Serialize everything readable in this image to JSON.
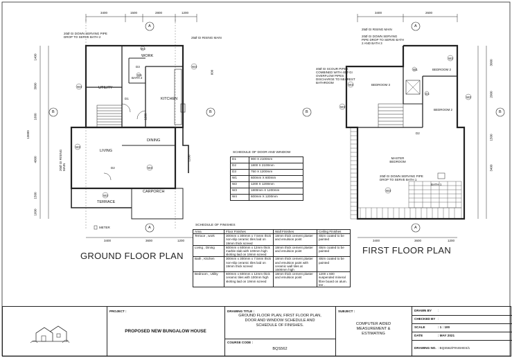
{
  "ground_plan": {
    "title": "GROUND FLOOR PLAN",
    "dims_top": [
      "3400",
      "1500",
      "2800",
      "1200"
    ],
    "dims_bottom": [
      "3400",
      "3600",
      "1200"
    ],
    "dims_left": [
      "1400",
      "3000",
      "1600",
      "4000",
      "1500",
      "1600"
    ],
    "dims_left_total": "13600",
    "dims_right": [
      "600"
    ],
    "rooms": [
      "WORK",
      "BATH 2",
      "UTILITY",
      "KITCHEN",
      "DINING",
      "LIVING",
      "CARPORCH",
      "TERRACE"
    ],
    "notes": [
      "20Ø GI DOWN SERVING PIPE DROP TO SERVE BATH 2",
      "25Ø GI RISING MAIN",
      "20Ø GI RISING MAIN"
    ],
    "meter": "METER",
    "tags": [
      "W1",
      "W2",
      "W3",
      "W4",
      "D1",
      "D2",
      "D3"
    ],
    "section_marks": [
      "A",
      "B"
    ],
    "misc": [
      "1200",
      "1200"
    ]
  },
  "first_plan": {
    "title": "FIRST FLOOR PLAN",
    "dims_top": [
      "3400",
      "2600"
    ],
    "dims_bottom": [
      "3400",
      "3600",
      "1200"
    ],
    "dims_right": [
      "3000",
      "2000",
      "1500",
      "3400"
    ],
    "rooms": [
      "BEDROOM 2",
      "BEDROOM 3",
      "BEDROOM 2",
      "MASTER BEDROOM",
      "BATH 1"
    ],
    "notes": [
      "25Ø GI RISING MAIN",
      "20Ø GI DOWN SERVING PIPE DROP TO SERVE BATH 2 AND BATH 3",
      "40Ø GI SCOUR PIPES COMBINED WITH 40Ø GI OVERFLOW PIPES DISCHARGE TO NEAREST BATHROOM",
      "20Ø GI DOWN SERVING PIPE DROP TO SERVE BATH 1"
    ],
    "tags": [
      "W1",
      "W2",
      "W3",
      "D1",
      "D2"
    ],
    "section_marks": [
      "A",
      "B"
    ]
  },
  "door_window_schedule": {
    "title": "SCHEDULE OF DOOR AND WINDOW",
    "rows": [
      [
        "D1",
        "900 X 2100mm"
      ],
      [
        "D2",
        "1800 X 2100mm"
      ],
      [
        "D3",
        "750 X 1200mm"
      ],
      [
        "W1",
        "600mm X 600mm"
      ],
      [
        "W2",
        "1200 X 1200mm"
      ],
      [
        "W3",
        "1800mm X 1200mm"
      ],
      [
        "W4",
        "600mm X 1200mm"
      ]
    ]
  },
  "finishes_schedule": {
    "title": "SCHEDULE OF FINISHES",
    "headers": [
      "Area",
      "Floor Finishes",
      "Wall Finishes",
      "Ceiling Finishes"
    ],
    "rows": [
      [
        "Terrace , work",
        "300mm x 300mm x 7.5mm thick non-slip ceramic tiles laid on 19mm thick screed",
        "18mm thick cement plaster and emulsion point",
        "Skim coated to be painted"
      ],
      [
        "Living , Dining",
        "600mm x 600mm x 12mm thick marble slab with 100mm high skirting laid on 19mm screed",
        "18mm thick cement plaster and emulsion point",
        "Skim coated to be painted"
      ],
      [
        "Bath , Kitchen",
        "300mm x 300mm x 7.5mm thick non-slip ceramic tiles laid on 19mm thick screed",
        "18mm thick cement plaster and emulsion paint with ceramic wall tiles at 1500mm high",
        "Skim coated to be painted"
      ],
      [
        "Bedroom , Utility",
        "600mm x 600mm x 12mm thick ceramic tiles with 100mm high skirting laid on 19mm screed",
        "18mm thick cement plaster and emulsion point",
        "1200 x 600 suspended mineral fibre board on alum. tee ."
      ]
    ]
  },
  "title_block": {
    "project_label": "PROJECT :",
    "project": "PROPOSED NEW BUNGALOW HOUSE",
    "drawing_title_label": "DRAWING TITLE :",
    "drawing_title": "GROUND FLOOR PLAN, FIRST FLOOR PLAN, DOOR AND WINDOW SCHEDULE AND SCHEDULE OF FINISHES.",
    "course_code_label": "COURSE CODE :",
    "course_code": "BQS562",
    "subject_label": "SUBJECT :",
    "subject": "COMPUTER AIDED MEASUREMENT & ESTIMATING",
    "drawn_by_label": "DRAWN BY",
    "drawn_by": ":",
    "checked_by_label": "CHECKED BY",
    "checked_by": ":",
    "scale_label": "SCALE",
    "scale": ": 1 : 100",
    "date_label": "DATE",
    "date": ": MAY 2021",
    "drawing_no_label": "DRAWING NO.",
    "drawing_no": ": BQS562/FINISHES/1"
  }
}
